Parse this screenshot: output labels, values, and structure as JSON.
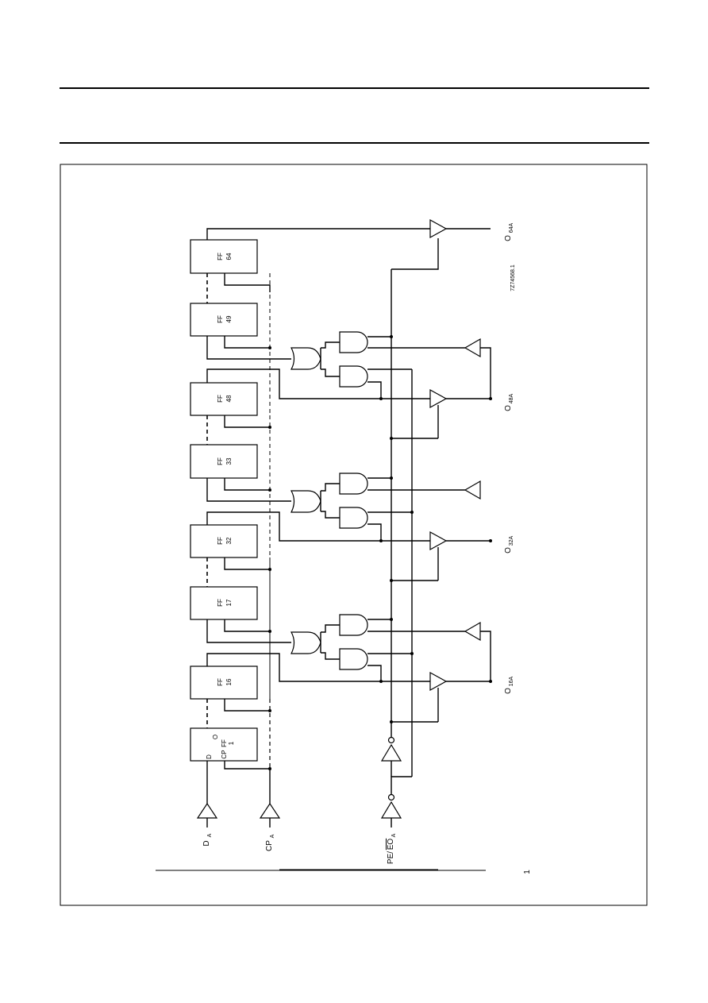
{
  "flip_flops": [
    {
      "id": "1",
      "prefix": "FF",
      "number": "1"
    },
    {
      "id": "16",
      "prefix": "FF",
      "number": "16"
    },
    {
      "id": "17",
      "prefix": "FF",
      "number": "17"
    },
    {
      "id": "32",
      "prefix": "FF",
      "number": "32"
    },
    {
      "id": "33",
      "prefix": "FF",
      "number": "33"
    },
    {
      "id": "48",
      "prefix": "FF",
      "number": "48"
    },
    {
      "id": "49",
      "prefix": "FF",
      "number": "49"
    },
    {
      "id": "64",
      "prefix": "FF",
      "number": "64"
    }
  ],
  "ff1_pins": {
    "d": "D",
    "cp": "CP",
    "q": "O"
  },
  "inputs": {
    "data": {
      "main": "D",
      "sub": "A"
    },
    "clock": {
      "main": "CP",
      "sub": "A"
    },
    "enable": {
      "main": "PE/",
      "bar": "EO",
      "sub": "A"
    }
  },
  "outputs": [
    {
      "main": "O",
      "sub": "16A"
    },
    {
      "main": "O",
      "sub": "32A"
    },
    {
      "main": "O",
      "sub": "48A"
    },
    {
      "main": "O",
      "sub": "64A"
    }
  ],
  "figure_code": "7Z74568.1",
  "page_marker": "1"
}
